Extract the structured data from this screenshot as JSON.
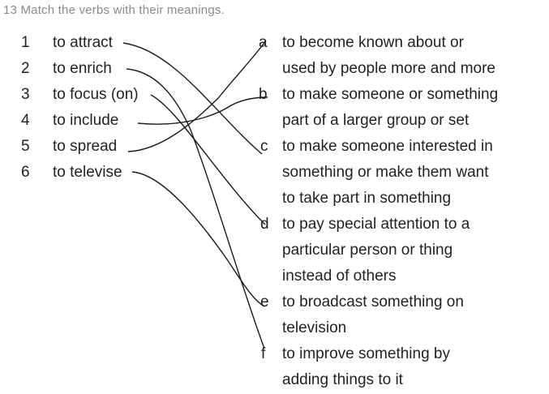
{
  "exercise": {
    "title": "13 Match the verbs with their meanings."
  },
  "words": [
    {
      "num": "1",
      "text": "to attract"
    },
    {
      "num": "2",
      "text": "to enrich"
    },
    {
      "num": "3",
      "text": "to focus (on)"
    },
    {
      "num": "4",
      "text": "to include"
    },
    {
      "num": "5",
      "text": "to spread"
    },
    {
      "num": "6",
      "text": "to televise"
    }
  ],
  "definitions": [
    {
      "letter": "a",
      "lines": [
        "to become known about or",
        "used by people more and more"
      ]
    },
    {
      "letter": "b",
      "lines": [
        "to make someone or something",
        "part of a larger group or set"
      ]
    },
    {
      "letter": "c",
      "lines": [
        "to make someone interested in",
        "something or make them want",
        "to take part in something"
      ]
    },
    {
      "letter": "d",
      "lines": [
        "to pay special attention to a",
        "particular person or thing",
        "instead of others"
      ]
    },
    {
      "letter": "e",
      "lines": [
        "to broadcast something on",
        "television"
      ]
    },
    {
      "letter": "f",
      "lines": [
        "to improve something by",
        "adding things to it"
      ]
    }
  ],
  "matches": [
    {
      "word": "1",
      "definition": "c"
    },
    {
      "word": "2",
      "definition": "f"
    },
    {
      "word": "3",
      "definition": "d"
    },
    {
      "word": "4",
      "definition": "b"
    },
    {
      "word": "5",
      "definition": "a"
    },
    {
      "word": "6",
      "definition": "e"
    }
  ]
}
